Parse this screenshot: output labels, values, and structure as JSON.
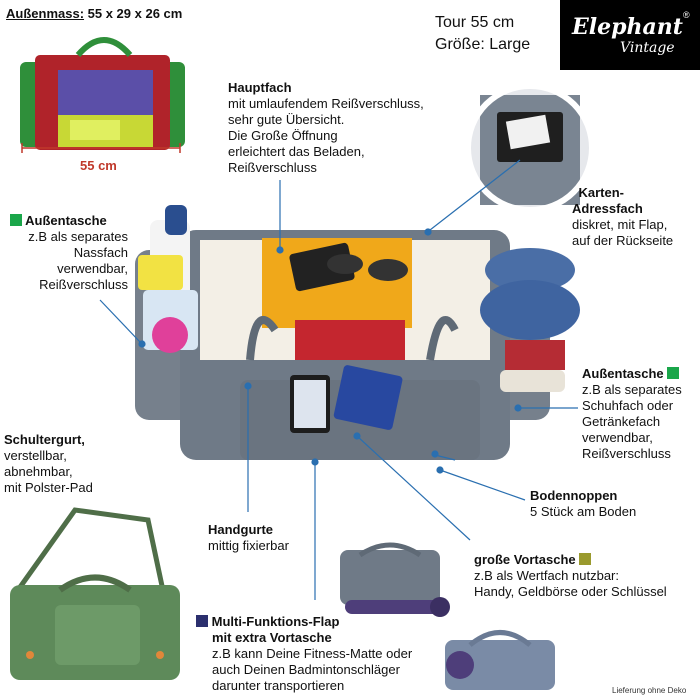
{
  "dimensions": {
    "heading": "Außenmass:",
    "value": " 55 x 29 x 26 cm",
    "width_label": "55 cm"
  },
  "size": {
    "tour": "Tour 55 cm",
    "grosse": "Größe: Large"
  },
  "logo": {
    "line1": "Elephant",
    "line2": "Vintage",
    "registered": "®"
  },
  "hauptfach": {
    "title": "Hauptfach",
    "lines": [
      "mit umlaufendem Reißverschluss,",
      "sehr gute Übersicht.",
      "Die Große Öffnung",
      "erleichtert das Beladen,",
      "Reißverschluss"
    ]
  },
  "karten": {
    "title": [
      "Karten-",
      "Adressfach"
    ],
    "lines": [
      "diskret, mit Flap,",
      "auf der Rückseite"
    ]
  },
  "aussen_left": {
    "title": "Außentasche",
    "color": "#1aa64a",
    "lines": [
      "z.B als separates",
      "Nassfach",
      "verwendbar,",
      "Reißverschluss"
    ]
  },
  "aussen_right": {
    "title": "Außentasche",
    "color": "#1aa64a",
    "lines": [
      "z.B als separates",
      "Schuhfach oder",
      "Getränkefach",
      "verwendbar,",
      "Reißverschluss"
    ]
  },
  "schulter": {
    "title": "Schultergurt,",
    "lines": [
      "verstellbar,",
      "abnehmbar,",
      "mit Polster-Pad"
    ]
  },
  "handgurte": {
    "title": "Handgurte",
    "lines": [
      "mittig fixierbar"
    ]
  },
  "boden": {
    "title": "Bodennoppen",
    "lines": [
      "5 Stück am Boden"
    ]
  },
  "vortasche": {
    "title": "große Vortasche",
    "color": "#9a9a2e",
    "lines": [
      "z.B als Wertfach nutzbar:",
      "Handy, Geldbörse oder Schlüssel"
    ]
  },
  "flap": {
    "title": [
      "Multi-Funktions-Flap",
      "mit extra Vortasche"
    ],
    "color": "#2b2f6e",
    "lines": [
      "z.B kann Deine Fitness-Matte oder",
      "auch Deinen Badmintonschläger",
      "darunter transportieren"
    ]
  },
  "footnote": "Lieferung ohne Deko",
  "colors": {
    "bag_grey": "#6f7a87",
    "bag_green": "#5e8a5a",
    "accent_red": "#c0392b",
    "leader_blue": "#2a6fb0"
  }
}
